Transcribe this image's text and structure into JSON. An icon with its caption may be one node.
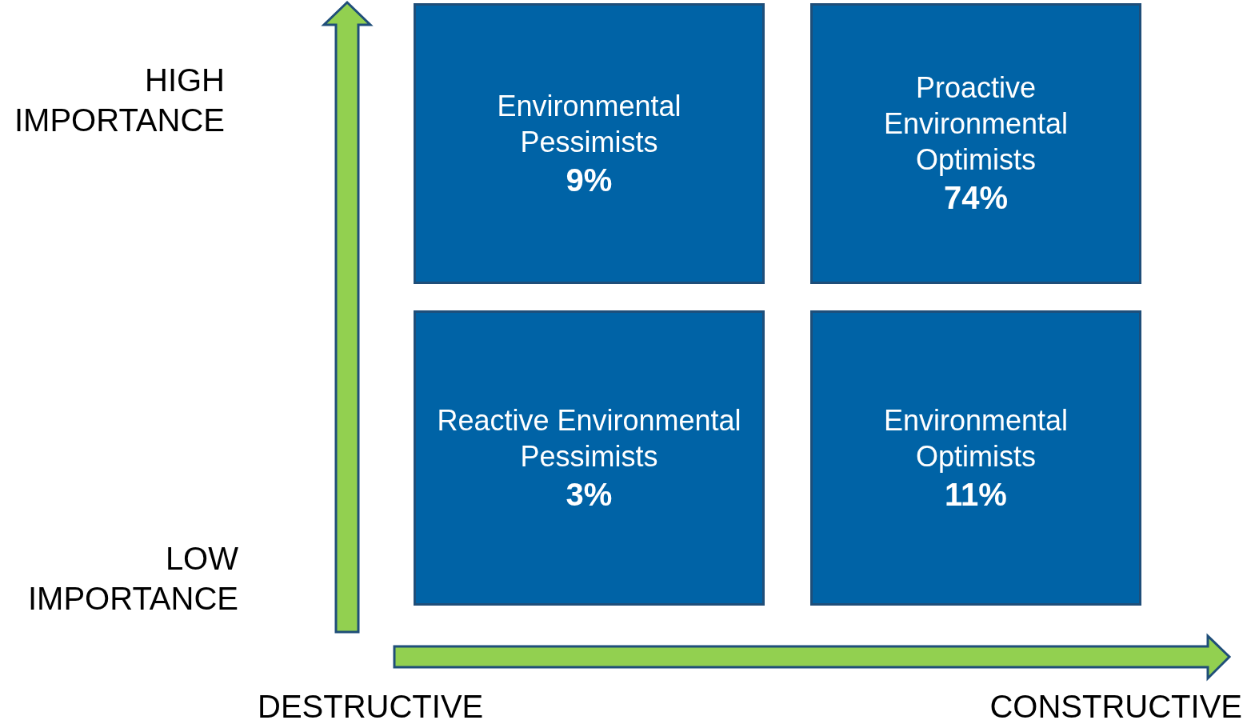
{
  "diagram": {
    "nodes": [
      {
        "text": [
          "Environmental Pessimists",
          "9%"
        ]
      },
      {
        "text": [
          "Proactive Environmental Optimists",
          "74%"
        ]
      },
      {
        "text": [
          "Reactive Environmental Pessimists",
          "3%"
        ]
      },
      {
        "text": [
          "Environmental Optimists",
          "11%"
        ]
      }
    ],
    "labels": [
      "HIGH IMPORTANCE",
      "LOW IMPORTANCE",
      "DESTRUCTIVE",
      "CONSTRUCTIVE"
    ]
  }
}
